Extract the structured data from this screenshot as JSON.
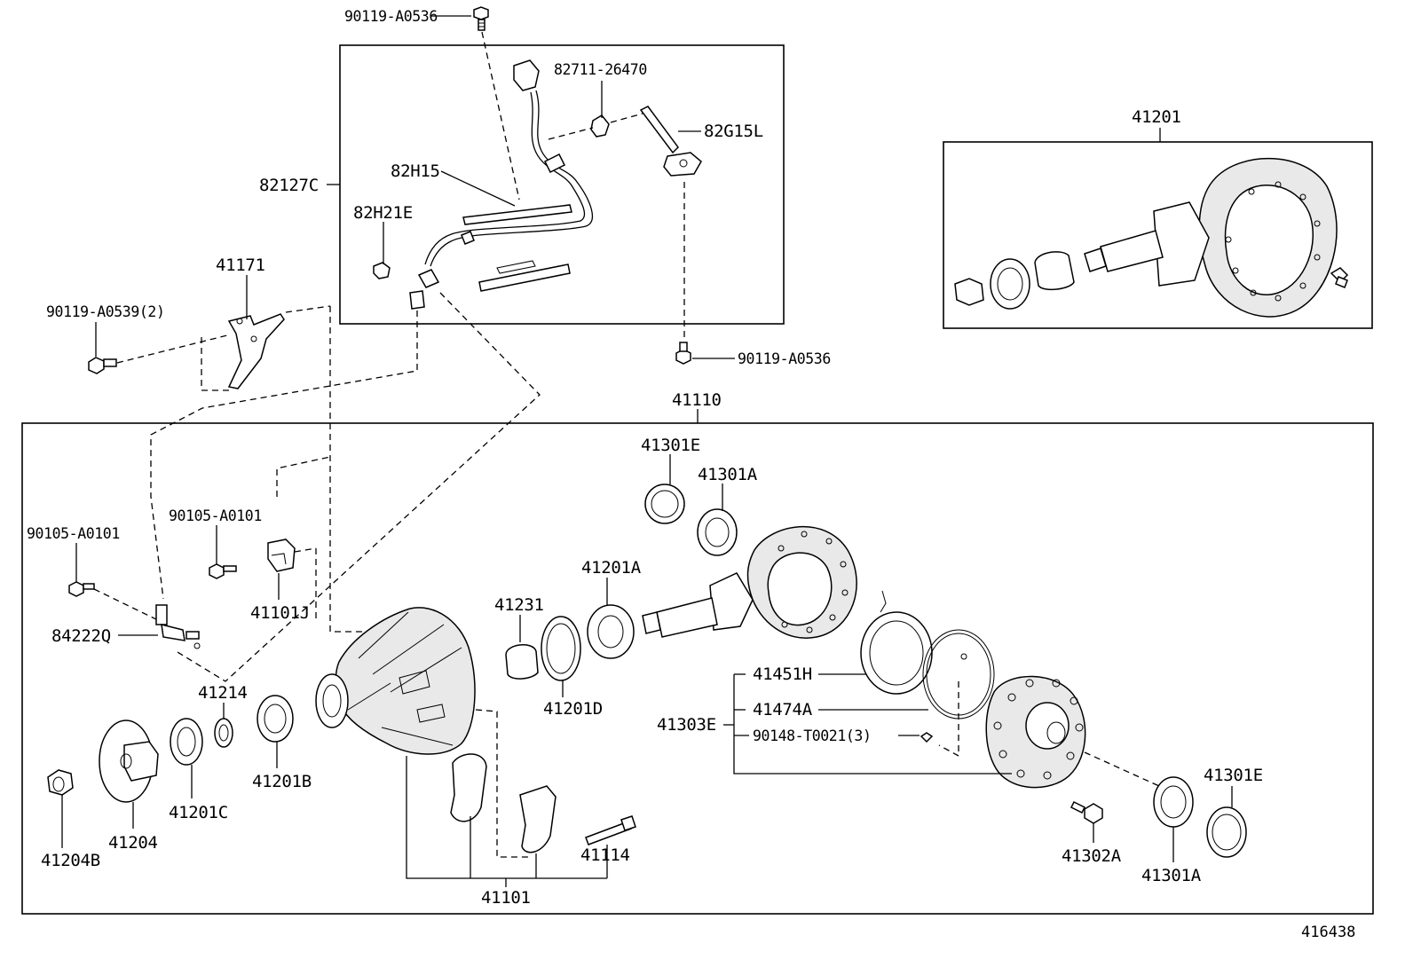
{
  "diagram_id": "416438",
  "labels": {
    "p90119_a0536_top": "90119-A0536",
    "p82711_26470": "82711-26470",
    "p82g15l": "82G15L",
    "p82h15": "82H15",
    "p82127c": "82127C",
    "p82h21e": "82H21E",
    "p41171": "41171",
    "p90119_a0539_2": "90119-A0539(2)",
    "p90119_a0536_mid": "90119-A0536",
    "p41201": "41201",
    "p41110": "41110",
    "p41301e_top": "41301E",
    "p41301a_top": "41301A",
    "p90105_a0101_mid": "90105-A0101",
    "p90105_a0101_left": "90105-A0101",
    "p41101j": "41101J",
    "p41201a": "41201A",
    "p41231": "41231",
    "p84222q": "84222Q",
    "p41214": "41214",
    "p41201d": "41201D",
    "p41451h": "41451H",
    "p41474a": "41474A",
    "p41303e": "41303E",
    "p90148_t0021_3": "90148-T0021(3)",
    "p41201b": "41201B",
    "p41201c": "41201C",
    "p41204": "41204",
    "p41204b": "41204B",
    "p41114": "41114",
    "p41101": "41101",
    "p41302a": "41302A",
    "p41301a_bottom": "41301A",
    "p41301e_bottom": "41301E"
  }
}
